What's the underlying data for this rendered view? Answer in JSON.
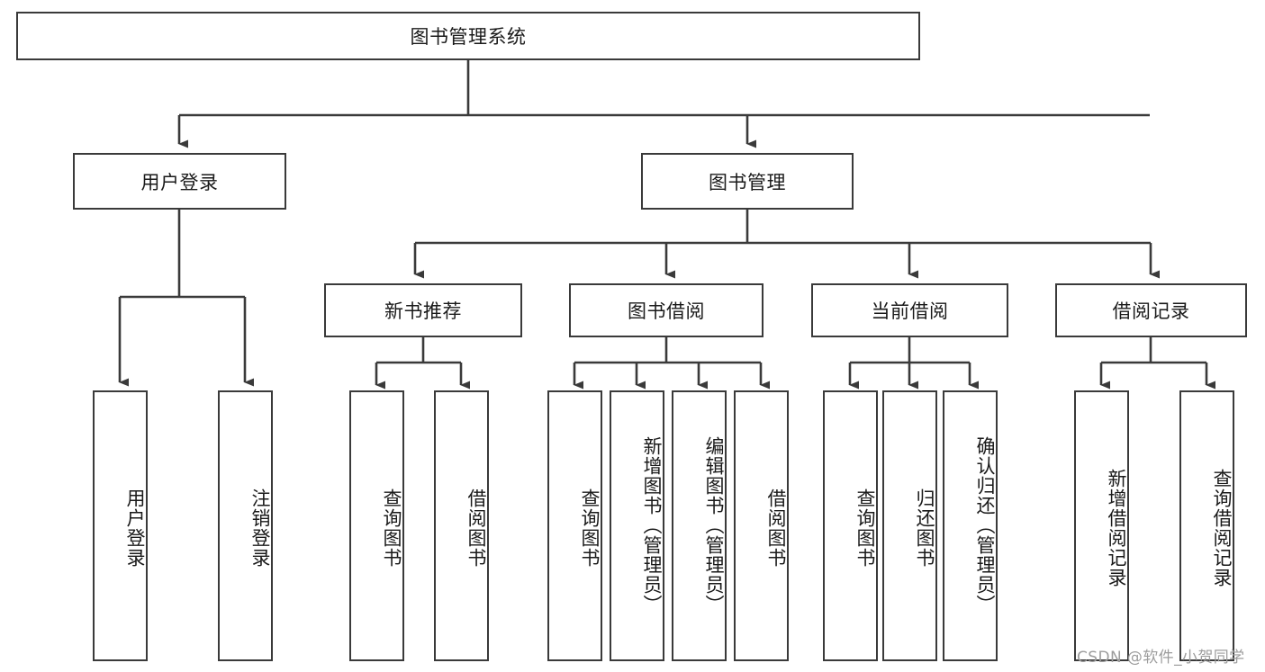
{
  "diagram": {
    "title_node": {
      "label": "图书管理系统"
    },
    "level2": [
      {
        "id": "user-login",
        "label": "用户登录"
      },
      {
        "id": "book-management",
        "label": "图书管理"
      }
    ],
    "level3": [
      {
        "id": "new-book-recommend",
        "label": "新书推荐"
      },
      {
        "id": "book-borrow",
        "label": "图书借阅"
      },
      {
        "id": "current-borrow",
        "label": "当前借阅"
      },
      {
        "id": "borrow-record",
        "label": "借阅记录"
      }
    ],
    "leaves": {
      "user_login": [
        {
          "id": "leaf-user-login",
          "label": "用户登录"
        },
        {
          "id": "leaf-logout-login",
          "label": "注销登录"
        }
      ],
      "new_book_recommend": [
        {
          "id": "leaf-query-book-1",
          "label": "查询图书"
        },
        {
          "id": "leaf-borrow-book-1",
          "label": "借阅图书"
        }
      ],
      "book_borrow": [
        {
          "id": "leaf-query-book-2",
          "label": "查询图书"
        },
        {
          "id": "leaf-add-book",
          "label": "新增图书（管理员）"
        },
        {
          "id": "leaf-edit-book",
          "label": "编辑图书（管理员）"
        },
        {
          "id": "leaf-borrow-book-2",
          "label": "借阅图书"
        }
      ],
      "current_borrow": [
        {
          "id": "leaf-query-book-3",
          "label": "查询图书"
        },
        {
          "id": "leaf-return-book",
          "label": "归还图书"
        },
        {
          "id": "leaf-confirm-return",
          "label": "确认归还（管理员）"
        }
      ],
      "borrow_record": [
        {
          "id": "leaf-add-record",
          "label": "新增借阅记录"
        },
        {
          "id": "leaf-query-record",
          "label": "查询借阅记录"
        }
      ]
    },
    "watermark": "CSDN @软件_小贺同学",
    "colors": {
      "stroke": "#3a3a3a",
      "background": "#ffffff",
      "text": "#1a1a1a",
      "watermark": "#9d9d9d"
    }
  }
}
